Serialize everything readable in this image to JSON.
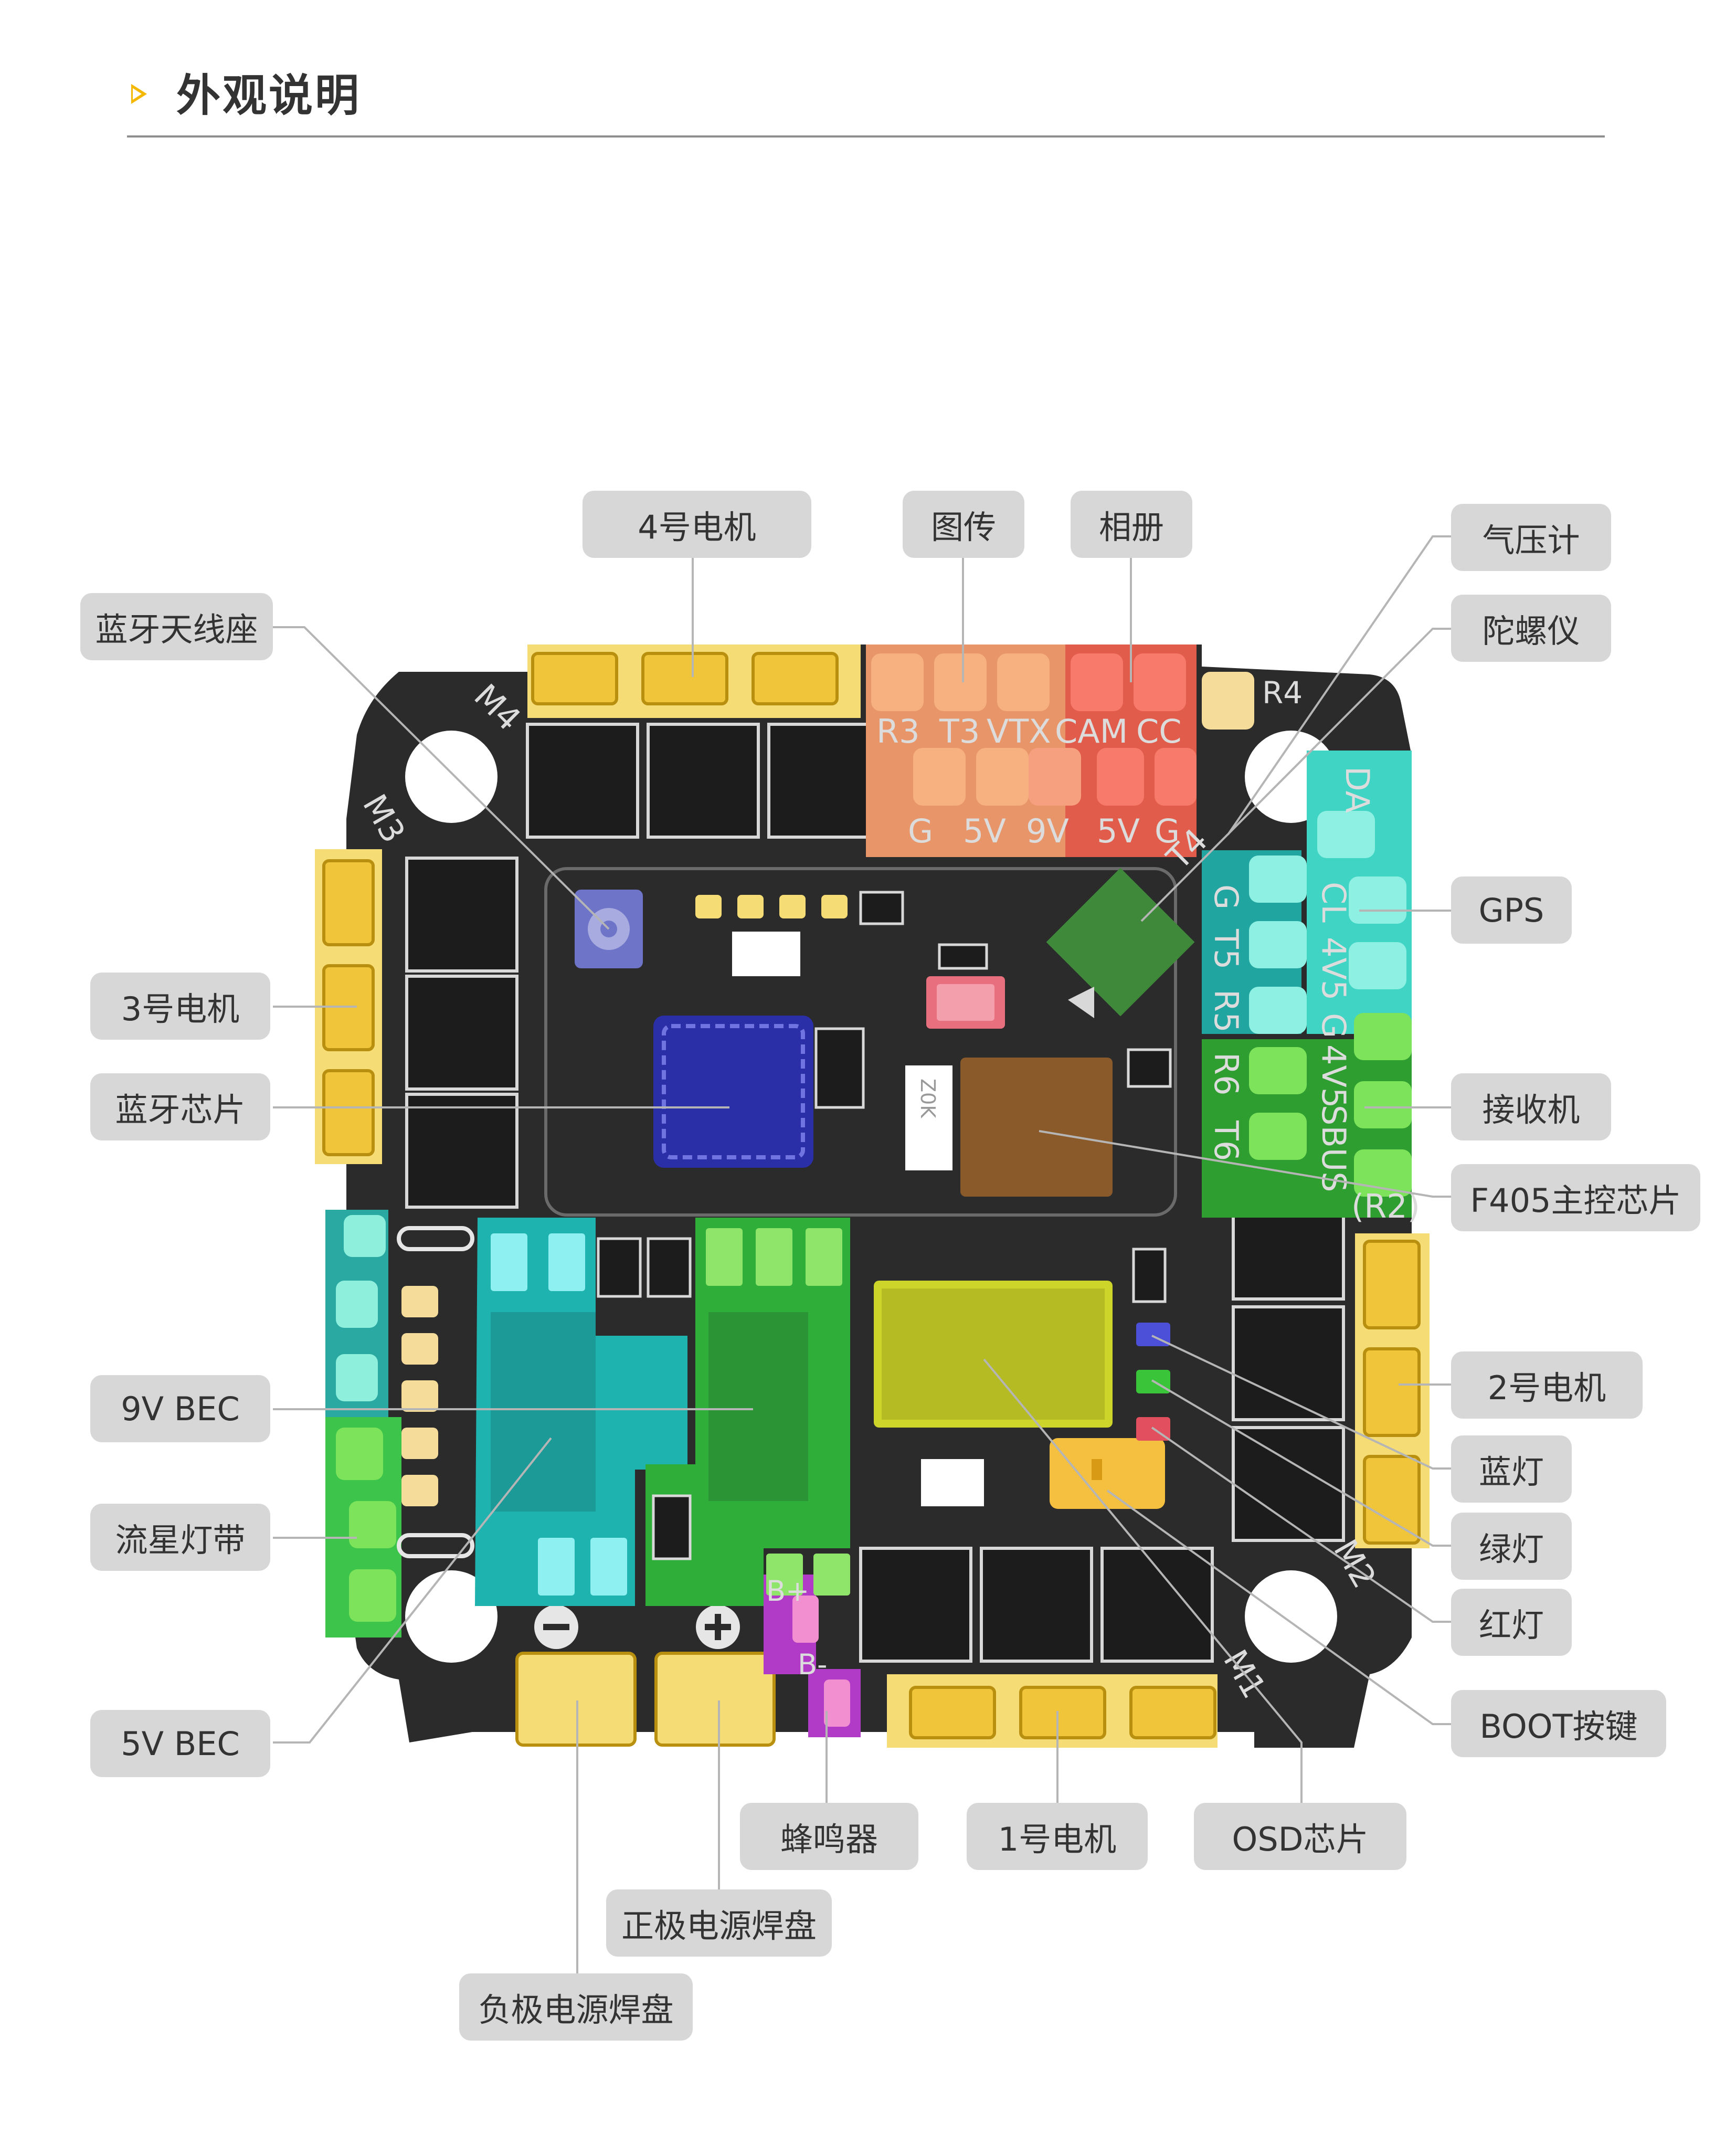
{
  "header": {
    "title": "外观说明",
    "accent_color": "#f5b800"
  },
  "labels": {
    "motor4": "4号电机",
    "vtx": "图传",
    "camera": "相册",
    "barometer": "气压计",
    "bt_antenna": "蓝牙天线座",
    "gyro": "陀螺仪",
    "gps": "GPS",
    "motor3": "3号电机",
    "bt_chip": "蓝牙芯片",
    "receiver": "接收机",
    "f405": "F405主控芯片",
    "bec9v": "9V BEC",
    "motor2": "2号电机",
    "blue_led": "蓝灯",
    "led_strip": "流星灯带",
    "green_led": "绿灯",
    "red_led": "红灯",
    "bec5v": "5V BEC",
    "boot": "BOOT按键",
    "buzzer": "蜂鸣器",
    "motor1": "1号电机",
    "osd": "OSD芯片",
    "pos_pad": "正极电源焊盘",
    "neg_pad": "负极电源焊盘"
  },
  "silkscreen": {
    "m4": "M4",
    "m3": "M3",
    "m2": "M2",
    "m1": "M1",
    "r4": "R4",
    "t4": "T4",
    "r3": "R3",
    "t3": "T3",
    "vtx": "VTX",
    "cam": "CAM",
    "cc": "CC",
    "g": "G",
    "v5": "5V",
    "v9": "9V",
    "da": "DA",
    "cl": "CL",
    "v4v5": "4V5",
    "t5": "T5",
    "r5": "R5",
    "r6": "R6",
    "t6": "T6",
    "sbus": "SBUS",
    "r2": "(R2)",
    "bplus": "B+",
    "bminus": "B-",
    "zok": "Z0K"
  },
  "highlight_colors": {
    "motor_pads": "#f6dc75",
    "vtx": "#f0a878",
    "camera": "#ef7060",
    "gps": "#3fd4c4",
    "receiver": "#39b83a",
    "bec9v": "#2fae3a",
    "bec5v": "#1fb3b0",
    "led_strip": "#3dc44a",
    "buzzer": "#b13bc7",
    "f405": "#8b5a2b",
    "bt_chip": "#2a2fa8",
    "osd": "#cdd42a",
    "gyro": "#3f8a3a",
    "barometer": "#f28a98",
    "boot": "#f5c040",
    "bt_antenna": "#6e74c8"
  }
}
